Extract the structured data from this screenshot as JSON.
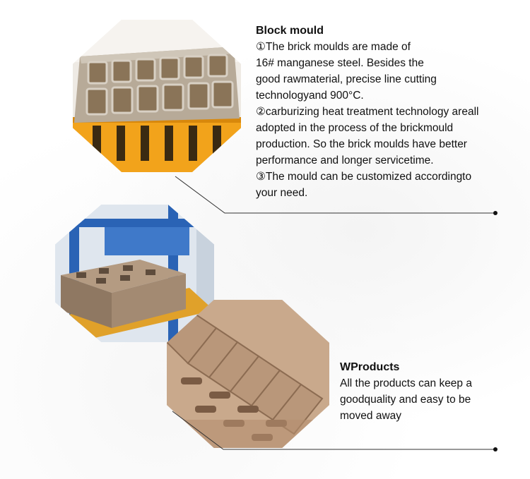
{
  "block_mould": {
    "title": "Block mould",
    "lines": [
      "①The brick moulds are made of",
      "16# manganese steel. Besides the",
      "good rawmaterial, precise line cutting",
      "technologyand 900°C.",
      "②carburizing heat treatment technology areall",
      "adopted in the process of the brickmould",
      "production. So the brick moulds have better",
      "performance and longer servicetime.",
      "③The mould can be customized accordingto",
      "your need."
    ]
  },
  "products": {
    "title": "WProducts",
    "lines": [
      "All the products can keep a",
      "goodquality and easy to be",
      "moved away"
    ]
  },
  "colors": {
    "text": "#111111",
    "callout_line": "#333333",
    "mould_frame": "#f2a31b",
    "block_concrete": "#a89078",
    "machine_blue": "#2a63b5"
  }
}
